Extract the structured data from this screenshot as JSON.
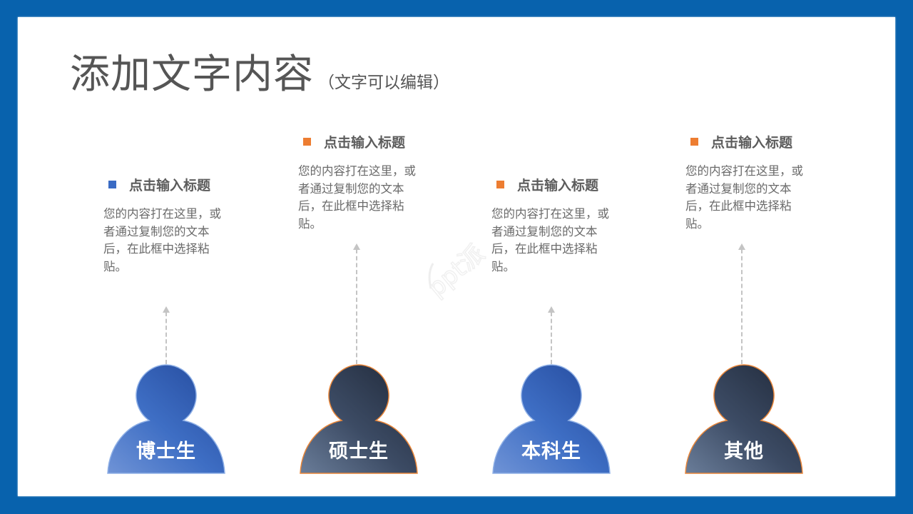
{
  "slide": {
    "title": "添加文字内容",
    "subtitle": "（文字可以编辑）",
    "colors": {
      "frame": "#0862ad",
      "panel": "#ffffff",
      "title_text": "#555555",
      "body_text": "#6a6a6a",
      "bullet_blue": "#3a6bc4",
      "bullet_orange": "#ed7d31",
      "arrow": "#c4c4c4",
      "person_blue": "#3b6cc0",
      "person_dark": "#34435a",
      "person_orange_outline": "#e8863a"
    },
    "watermark": "ppt派"
  },
  "items": [
    {
      "heading": "点击输入标题",
      "body": "您的内容打在这里，或者通过复制您的文本后，在此框中选择粘贴。",
      "bullet_color": "blue",
      "person_label": "博士生",
      "person_style": "blue"
    },
    {
      "heading": "点击输入标题",
      "body": "您的内容打在这里，或者通过复制您的文本后，在此框中选择粘贴。",
      "bullet_color": "orange",
      "person_label": "硕士生",
      "person_style": "dark"
    },
    {
      "heading": "点击输入标题",
      "body": "您的内容打在这里，或者通过复制您的文本后，在此框中选择粘贴。",
      "bullet_color": "orange",
      "person_label": "本科生",
      "person_style": "blue"
    },
    {
      "heading": "点击输入标题",
      "body": "您的内容打在这里，或者通过复制您的文本后，在此框中选择粘贴。",
      "bullet_color": "orange",
      "person_label": "其他",
      "person_style": "dark"
    }
  ]
}
